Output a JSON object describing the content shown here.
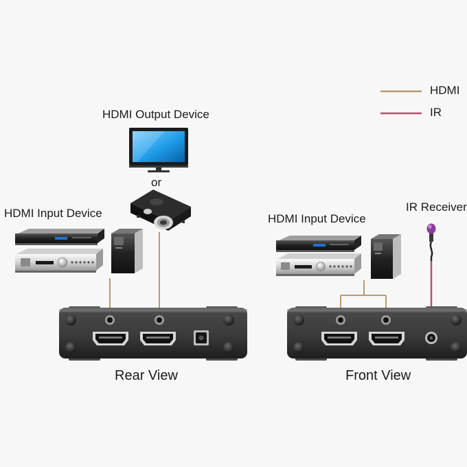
{
  "legend": {
    "hdmi_label": "HDMI",
    "ir_label": "IR",
    "hdmi_color": "#b89a6c",
    "ir_color": "#c04b66"
  },
  "labels": {
    "hdmi_output_device": "HDMI Output Device",
    "or": "or",
    "hdmi_input_device_left": "HDMI Input Device",
    "hdmi_input_device_right": "HDMI Input Device",
    "ir_receiver": "IR Receiver",
    "rear_view": "Rear View",
    "front_view": "Front View"
  },
  "icons": {
    "monitor": "monitor-icon",
    "projector": "projector-icon",
    "dvd_player": "dvd-player-icon",
    "av_receiver": "av-receiver-icon",
    "pc_tower": "pc-tower-icon",
    "ir_receiver": "ir-receiver-icon",
    "hdmi_port": "hdmi-port-icon",
    "power_jack": "power-jack-icon",
    "ir_jack": "ir-jack-icon"
  }
}
